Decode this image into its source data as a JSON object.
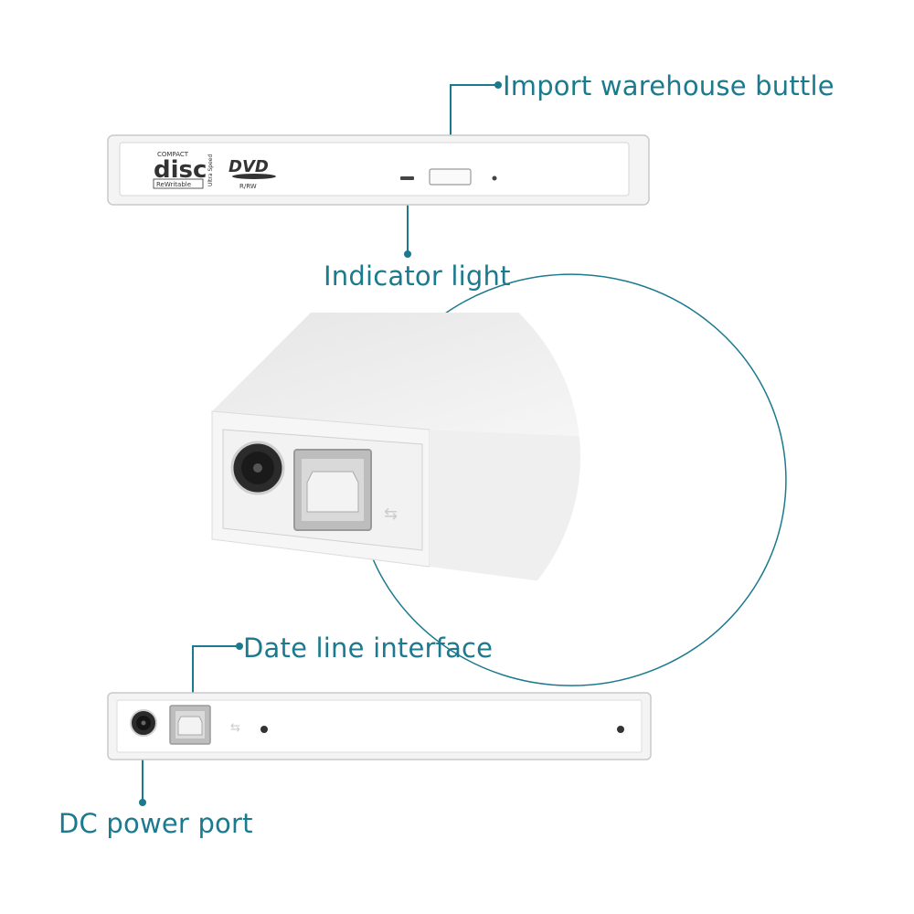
{
  "callouts": {
    "import_button": "Import warehouse buttle",
    "indicator_light": "Indicator light",
    "data_line": "Date line interface",
    "dc_power": "DC power port"
  },
  "front_logos": {
    "disc_top": "COMPACT",
    "disc_main": "disc",
    "disc_bottom": "ReWritable",
    "disc_side": "Ultra Speed",
    "dvd_main": "DVD",
    "dvd_sub": "R/RW"
  },
  "colors": {
    "callout": "#1c7a8f",
    "device_body": "#f4f4f4",
    "background": "#ffffff"
  }
}
